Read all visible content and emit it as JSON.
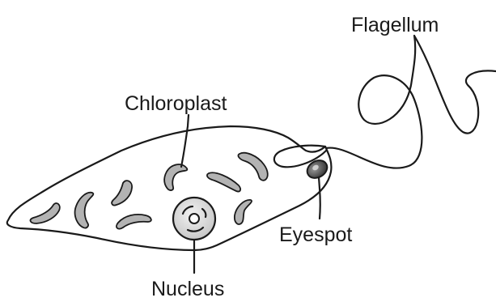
{
  "labels": {
    "flagellum": "Flagellum",
    "chloroplast": "Chloroplast",
    "eyespot": "Eyespot",
    "nucleus": "Nucleus"
  },
  "colors": {
    "stroke": "#1a1a1a",
    "chloroplast_fill": "#b3b3b3",
    "nucleus_fill": "#d4d4d4",
    "eyespot_fill": "#6b6b6b",
    "background": "#ffffff"
  }
}
